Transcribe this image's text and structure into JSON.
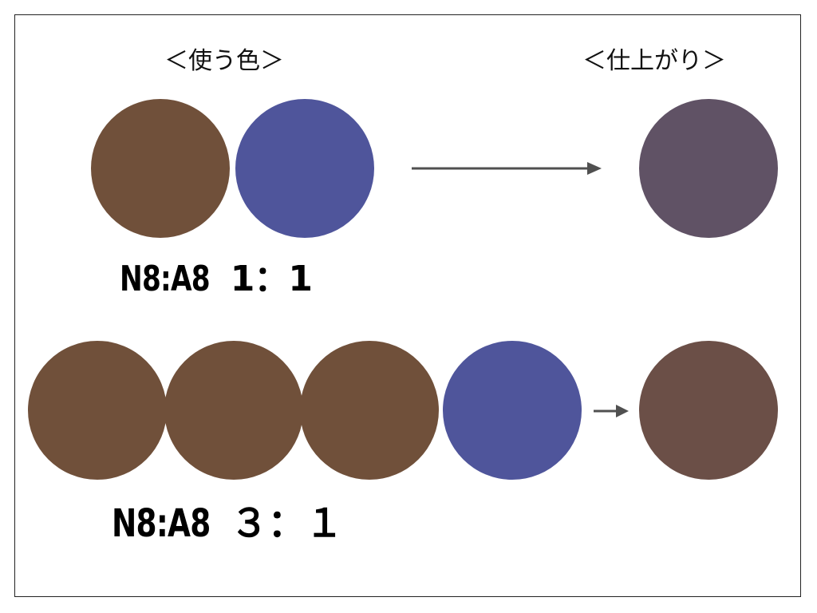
{
  "headings": {
    "used_colors": "＜使う色＞",
    "result": "＜仕上がり＞"
  },
  "colors": {
    "brown": "#70503A",
    "blue": "#4F559B",
    "mix_1_1": "#605265",
    "mix_3_1": "#6B4F47",
    "arrow": "#505050"
  },
  "recipes": [
    {
      "formula_code": "N8:A8",
      "formula_ratio": "1：1",
      "ingredients": [
        "brown",
        "blue"
      ],
      "result": "mix_1_1"
    },
    {
      "formula_code": "N8:A8",
      "formula_ratio": "３：１",
      "ingredients": [
        "brown",
        "brown",
        "brown",
        "blue"
      ],
      "result": "mix_3_1"
    }
  ]
}
